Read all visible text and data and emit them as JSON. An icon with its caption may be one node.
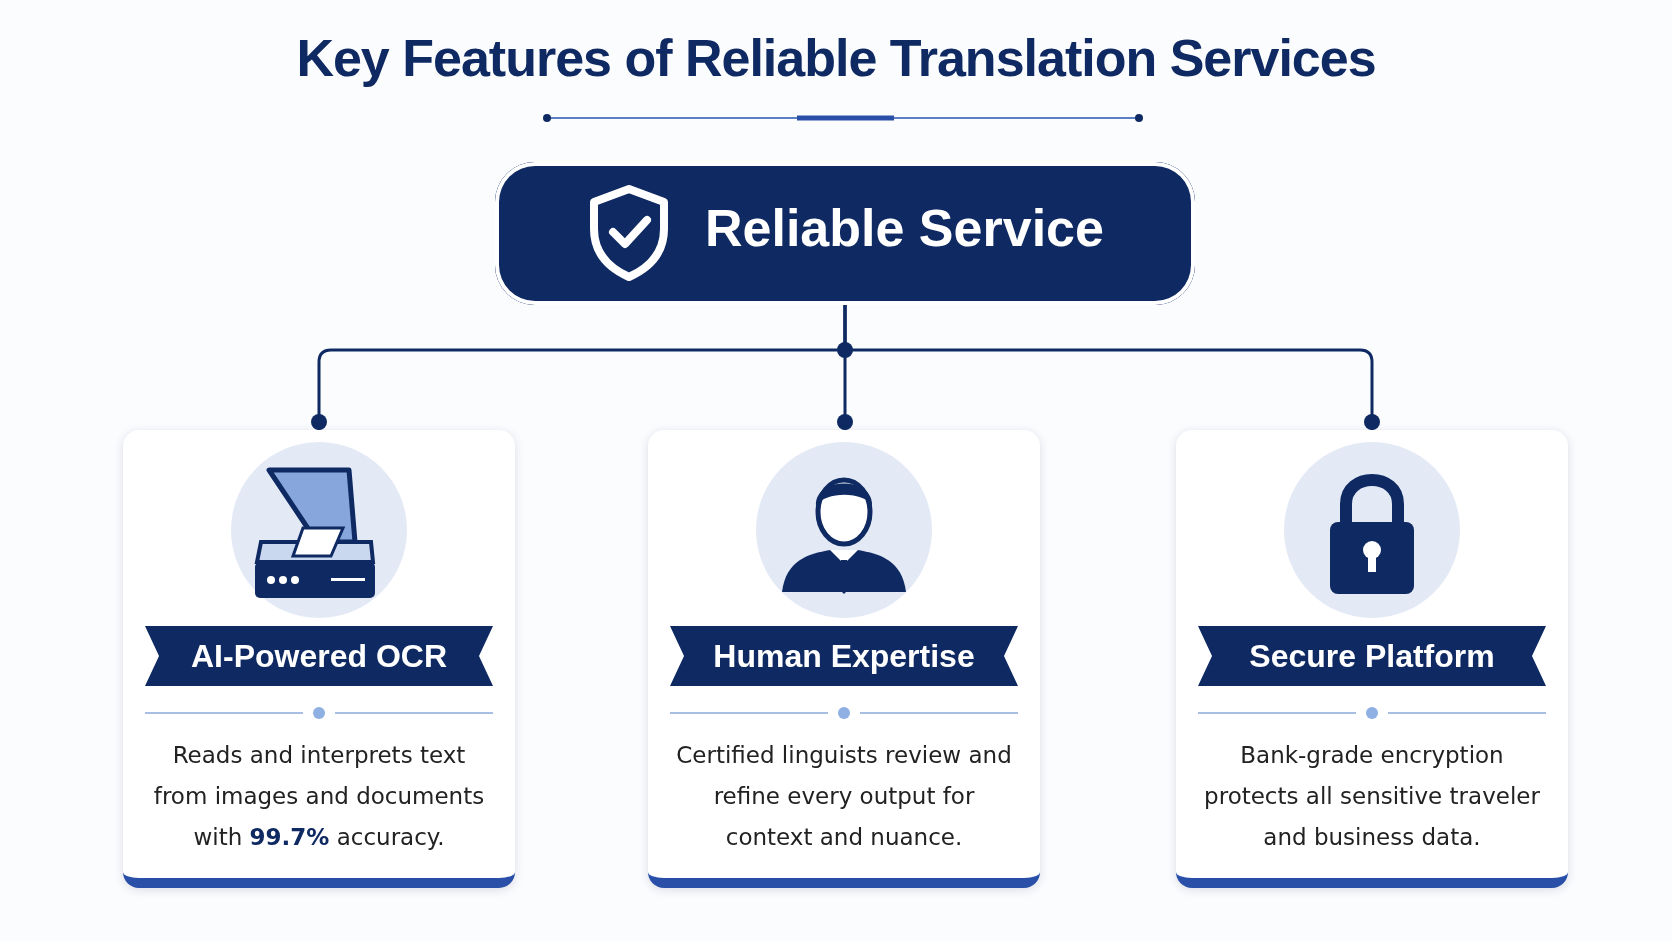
{
  "diagram": {
    "title": "Key Features of Reliable Translation Services",
    "nodes": [
      {
        "text": [
          "Reliable Service"
        ]
      },
      {
        "text": [
          "AI-Powered OCR",
          "Reads and interprets text from images and documents with **99.7%** accuracy."
        ]
      },
      {
        "text": [
          "Human Expertise",
          "Certified linguists review and refine every output for context and nuance."
        ]
      },
      {
        "text": [
          "Secure Platform",
          "Bank-grade encryption protects all sensitive traveler and business data."
        ]
      }
    ],
    "edges": [
      {
        "from": 0,
        "to": 1,
        "arrow": "other"
      },
      {
        "from": 0,
        "to": 2,
        "arrow": "other"
      },
      {
        "from": 0,
        "to": 3,
        "arrow": "other"
      }
    ]
  }
}
